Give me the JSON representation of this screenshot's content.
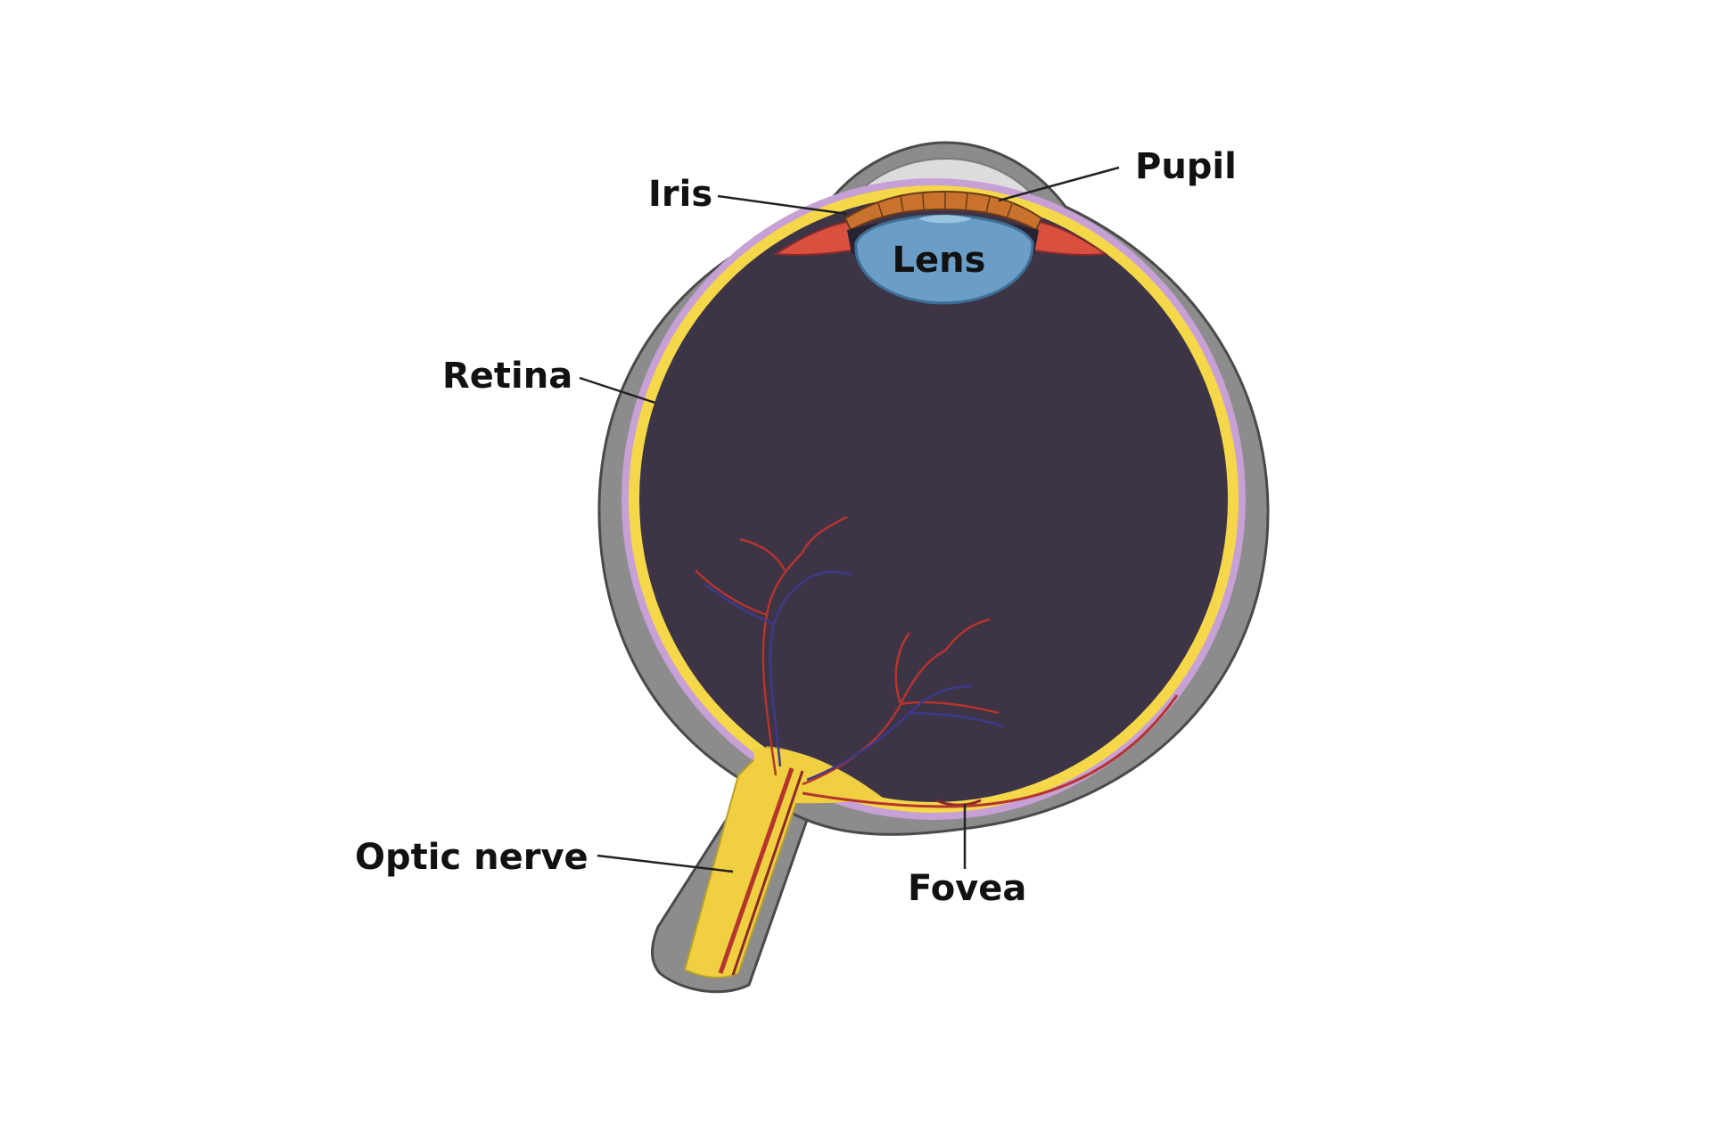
{
  "diagram": {
    "labels": {
      "iris": "Iris",
      "pupil": "Pupil",
      "lens": "Lens",
      "retina": "Retina",
      "optic_nerve": "Optic nerve",
      "fovea": "Fovea"
    }
  },
  "colors": {
    "background": "#ffffff",
    "sclera": "#8c8c8c",
    "sclera_outline": "#4a4a4a",
    "cornea": "#dcdcdc",
    "vitreous": "#3d3446",
    "choroid": "#c7a0d6",
    "retina": "#f5d84a",
    "iris": "#c8722e",
    "ciliary_body": "#d9503f",
    "lens": "#6b9ec6",
    "optic_nerve": "#f0d040",
    "blood_vessel_red": "#b5342e",
    "blood_vessel_blue": "#3c3a8a"
  }
}
